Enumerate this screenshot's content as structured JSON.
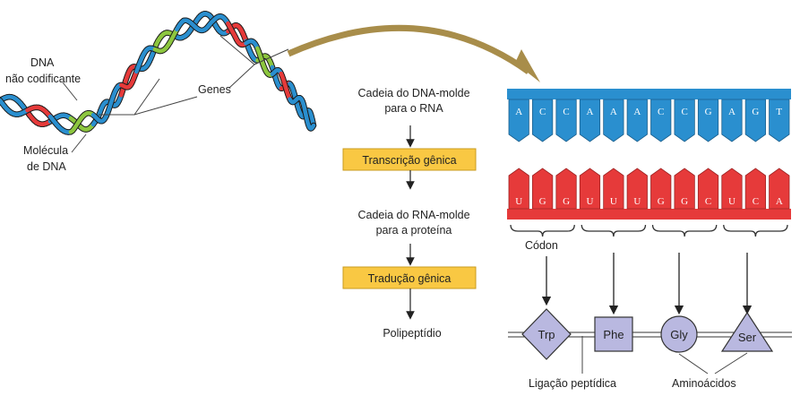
{
  "dna_labels": {
    "noncoding_line1": "DNA",
    "noncoding_line2": "não codificante",
    "genes": "Genes",
    "molecule_line1": "Molécula",
    "molecule_line2": "de DNA"
  },
  "flow": {
    "template_dna_line1": "Cadeia do DNA-molde",
    "template_dna_line2": "para o RNA",
    "transcription": "Transcrição gênica",
    "template_rna_line1": "Cadeia do RNA-molde",
    "template_rna_line2": "para a proteína",
    "translation": "Tradução gênica",
    "polypeptide": "Polipeptídio"
  },
  "dna_strand": {
    "bases": [
      "A",
      "C",
      "C",
      "A",
      "A",
      "A",
      "C",
      "C",
      "G",
      "A",
      "G",
      "T"
    ]
  },
  "rna_strand": {
    "bases": [
      "U",
      "G",
      "G",
      "U",
      "U",
      "U",
      "G",
      "G",
      "C",
      "U",
      "C",
      "A"
    ]
  },
  "codon_label": "Códon",
  "amino_acids": [
    "Trp",
    "Phe",
    "Gly",
    "Ser"
  ],
  "peptide_bond_label": "Ligação peptídica",
  "amino_acids_label": "Aminoácidos",
  "colors": {
    "dna_blue": "#2a8fcf",
    "rna_red": "#e63a3a",
    "helix_green": "#8dc63f",
    "box_yellow": "#f9c843",
    "amino_lavender": "#b9b8e0",
    "arrow_gold": "#a88d4a"
  }
}
